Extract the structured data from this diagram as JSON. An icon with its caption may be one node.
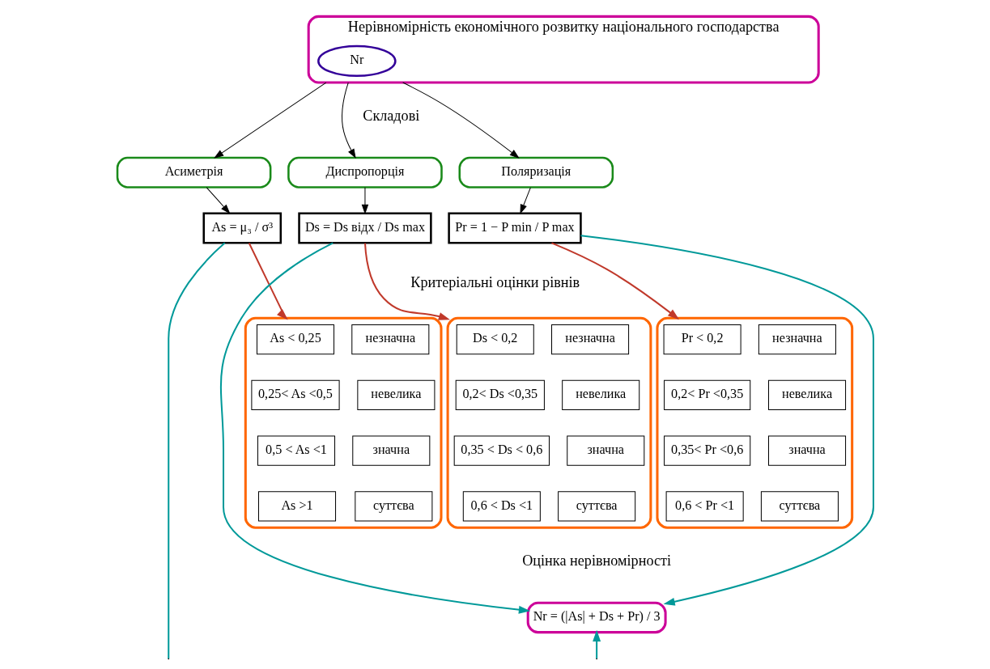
{
  "diagram": {
    "nodes": [
      {
        "text": [
          "Нерівномірність економічного розвитку національного господарства"
        ]
      },
      {
        "text": [
          "Nr"
        ],
        "in": 0
      },
      {
        "text": [
          "Асиметрія"
        ]
      },
      {
        "text": [
          "As = μ₃ / σ³"
        ]
      },
      {
        "text": [
          "Диспропорція"
        ]
      },
      {
        "text": [
          "Ds = Ds відх / Ds max"
        ]
      },
      {
        "text": [
          "Поляризація"
        ]
      },
      {
        "text": [
          "Pr = 1 − P min / P max"
        ]
      },
      {
        "text": [],
        "shape": "box"
      },
      {
        "text": [
          "As < 0,25"
        ],
        "in": 8
      },
      {
        "text": [
          "незначна"
        ],
        "in": 8
      },
      {
        "text": [
          "0,25< As <0,5"
        ],
        "in": 8
      },
      {
        "text": [
          "невелика"
        ],
        "in": 8
      },
      {
        "text": [
          "0,5 < As <1"
        ],
        "in": 8
      },
      {
        "text": [
          "значна"
        ],
        "in": 8
      },
      {
        "text": [
          "As >1"
        ],
        "in": 8
      },
      {
        "text": [
          "суттєва"
        ],
        "in": 8
      },
      {
        "text": [],
        "shape": "box"
      },
      {
        "text": [
          "Ds < 0,2"
        ],
        "in": 17
      },
      {
        "text": [
          "незначна"
        ],
        "in": 17
      },
      {
        "text": [
          "0,2< Ds <0,35"
        ],
        "in": 17
      },
      {
        "text": [
          "невелика"
        ],
        "in": 17
      },
      {
        "text": [
          "0,35 < Ds < 0,6"
        ],
        "in": 17
      },
      {
        "text": [
          "значна"
        ],
        "in": 17
      },
      {
        "text": [
          "0,6 < Ds <1"
        ],
        "in": 17
      },
      {
        "text": [
          "суттєва"
        ],
        "in": 17
      },
      {
        "text": [],
        "shape": "box"
      },
      {
        "text": [
          "Pr < 0,2"
        ],
        "in": 26
      },
      {
        "text": [
          "незначна"
        ],
        "in": 26
      },
      {
        "text": [
          "0,2< Pr <0,35"
        ],
        "in": 26
      },
      {
        "text": [
          "невелика"
        ],
        "in": 26
      },
      {
        "text": [
          "0,35< Pr <0,6"
        ],
        "in": 26
      },
      {
        "text": [
          "значна"
        ],
        "in": 26
      },
      {
        "text": [
          "0,6 < Pr <1"
        ],
        "in": 26
      },
      {
        "text": [
          "суттєва"
        ],
        "in": 26
      },
      {
        "text": [
          "Nr = (|As| + Ds + Pr) / 3"
        ]
      }
    ],
    "edges": [
      {
        "from": 0,
        "to": 2,
        "arrow": "to"
      },
      {
        "from": 0,
        "to": 4,
        "arrow": "to"
      },
      {
        "from": 0,
        "to": 6,
        "arrow": "to"
      },
      {
        "from": 2,
        "to": 3,
        "arrow": "to"
      },
      {
        "from": 4,
        "to": 5,
        "arrow": "to"
      },
      {
        "from": 6,
        "to": 7,
        "arrow": "to"
      },
      {
        "from": 3,
        "to": 8,
        "arrow": "to",
        "color": "#c0392b"
      },
      {
        "from": 5,
        "to": 17,
        "arrow": "to",
        "color": "#c0392b"
      },
      {
        "from": 7,
        "to": 26,
        "arrow": "to",
        "color": "#c0392b"
      },
      {
        "from": 5,
        "to": 35,
        "arrow": "to",
        "color": "#009999"
      },
      {
        "from": 7,
        "to": 35,
        "arrow": "to",
        "color": "#009999"
      },
      {
        "from": 3,
        "to": null,
        "arrow": "none",
        "color": "#009999"
      },
      {
        "from": null,
        "to": 35,
        "arrow": "to",
        "color": "#009999"
      }
    ],
    "labels": [
      "Складові",
      "Критеріальні оцінки рівнів",
      "Оцінка нерівномірності"
    ]
  }
}
